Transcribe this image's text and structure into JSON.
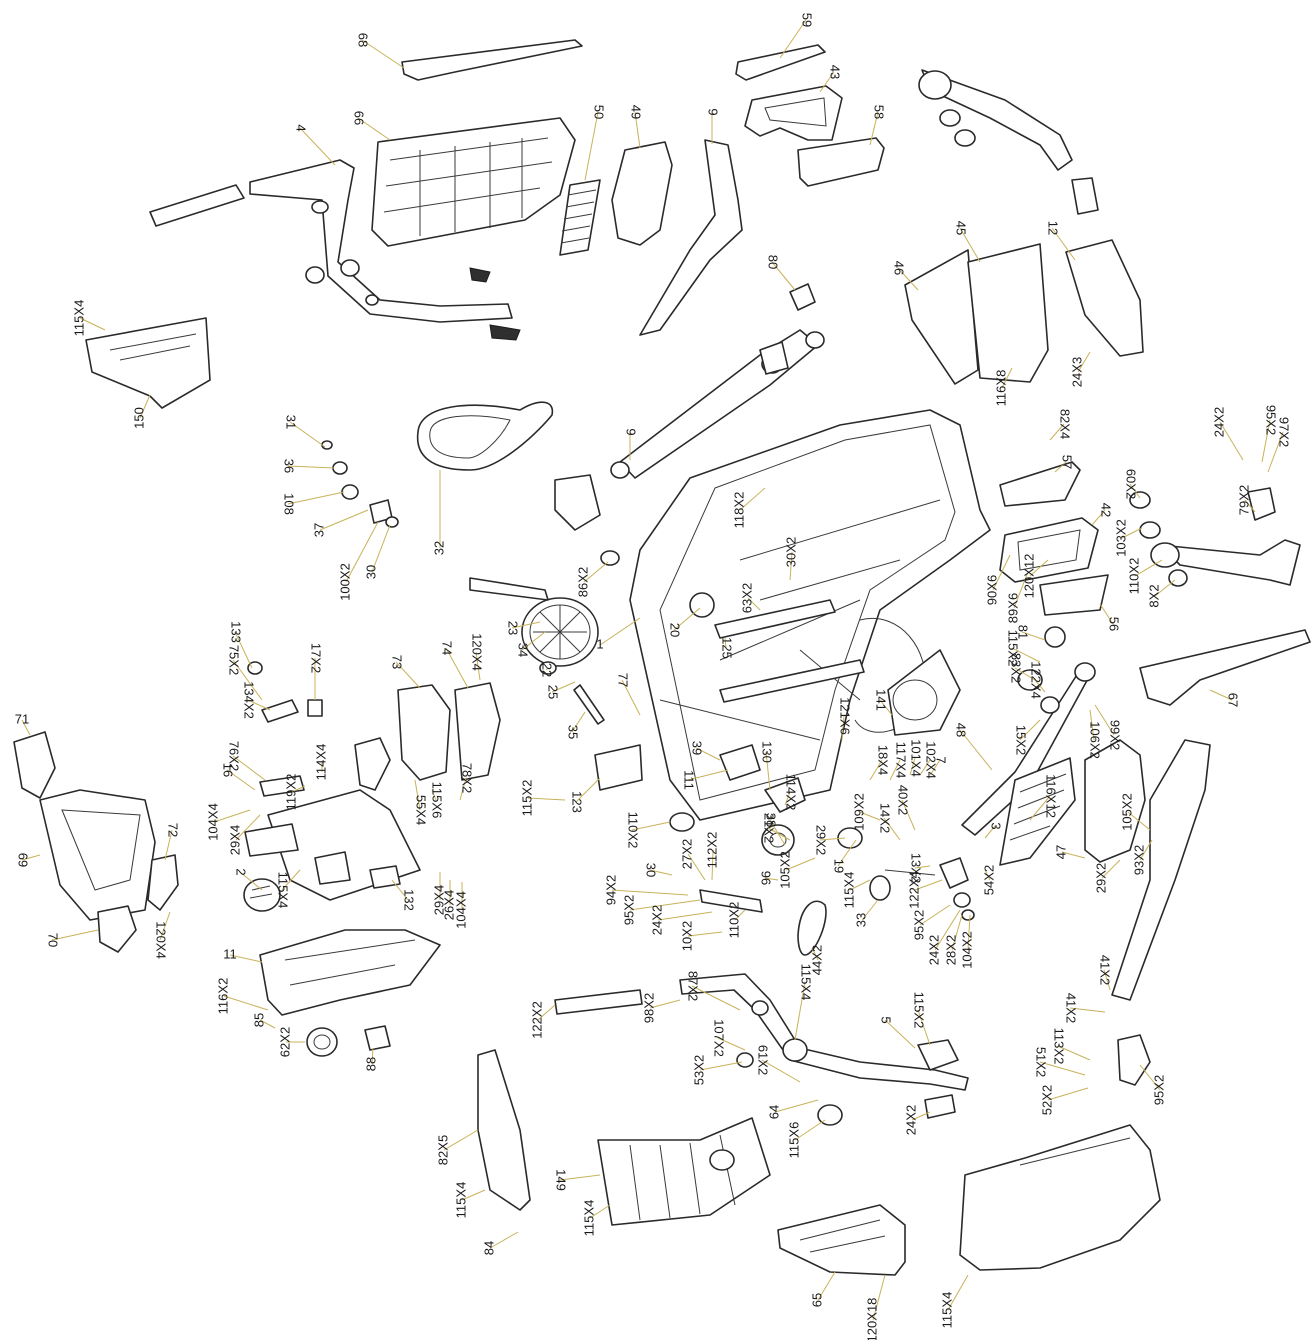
{
  "labels": [
    "68",
    "59",
    "43",
    "66",
    "50",
    "49",
    "9",
    "4",
    "58",
    "115X4",
    "150",
    "80",
    "46",
    "45",
    "12",
    "116X8",
    "24X3",
    "31",
    "36",
    "108",
    "37",
    "100X2",
    "30",
    "32",
    "9",
    "118X2",
    "82X4",
    "57",
    "24X2",
    "95X2",
    "97X2",
    "79X2",
    "60X2",
    "103X2",
    "110X2",
    "8X2",
    "42",
    "90X6",
    "89X6",
    "120X12",
    "30X2",
    "86X2",
    "63X2",
    "23",
    "20",
    "34",
    "22",
    "25",
    "35",
    "77",
    "1",
    "125",
    "56",
    "115X2",
    "81",
    "83X2",
    "122X4",
    "15X2",
    "106X2",
    "99X2",
    "67",
    "133",
    "17X2",
    "75X2",
    "134X2",
    "76X2",
    "16",
    "104X4",
    "29X4",
    "119X2",
    "114X4",
    "73",
    "74",
    "120X4",
    "55X4",
    "115X6",
    "78X2",
    "71",
    "72",
    "69",
    "70",
    "120X4",
    "2",
    "115X4",
    "132",
    "29X4",
    "26X4",
    "104X4",
    "11",
    "116X2",
    "85",
    "62X2",
    "88",
    "123",
    "115X2",
    "110X2",
    "30",
    "111",
    "39",
    "130",
    "114X2",
    "121X6",
    "141",
    "18X4",
    "117X4",
    "101X4",
    "102X4",
    "7",
    "48",
    "116X12",
    "47",
    "29X2",
    "105X2",
    "93X2",
    "27X2",
    "112X2",
    "94X2",
    "95X2",
    "24X2",
    "10X2",
    "110X2",
    "38",
    "96",
    "21X2",
    "105X2",
    "29X2",
    "19",
    "115X4",
    "33",
    "44X2",
    "109X2",
    "14X2",
    "40X2",
    "13X2",
    "122X4",
    "95X2",
    "24X2",
    "28X2",
    "104X2",
    "54X2",
    "3",
    "122X2",
    "98X2",
    "87X2",
    "107X2",
    "53X2",
    "115X4",
    "5",
    "115X2",
    "41X2",
    "41X2",
    "113X2",
    "51X2",
    "52X2",
    "95X2",
    "24X2",
    "61X2",
    "64",
    "115X6",
    "82X5",
    "115X4",
    "84",
    "149",
    "115X4",
    "65",
    "120X18",
    "115X4"
  ]
}
